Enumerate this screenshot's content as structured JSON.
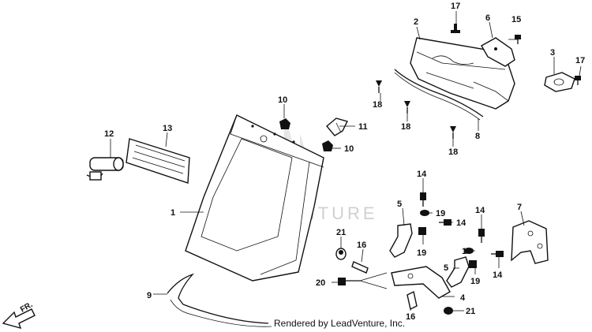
{
  "diagram": {
    "watermark_text": "LEADVENTURE",
    "credit_text": "Rendered by LeadVenture, Inc.",
    "direction_label": "FR.",
    "callouts": [
      {
        "id": "1",
        "label": "1"
      },
      {
        "id": "2",
        "label": "2"
      },
      {
        "id": "3",
        "label": "3"
      },
      {
        "id": "4",
        "label": "4"
      },
      {
        "id": "5a",
        "label": "5"
      },
      {
        "id": "5b",
        "label": "5"
      },
      {
        "id": "6",
        "label": "6"
      },
      {
        "id": "7",
        "label": "7"
      },
      {
        "id": "8",
        "label": "8"
      },
      {
        "id": "9",
        "label": "9"
      },
      {
        "id": "10a",
        "label": "10"
      },
      {
        "id": "10b",
        "label": "10"
      },
      {
        "id": "11",
        "label": "11"
      },
      {
        "id": "12",
        "label": "12"
      },
      {
        "id": "13",
        "label": "13"
      },
      {
        "id": "14a",
        "label": "14"
      },
      {
        "id": "14b",
        "label": "14"
      },
      {
        "id": "14c",
        "label": "14"
      },
      {
        "id": "14d",
        "label": "14"
      },
      {
        "id": "14e",
        "label": "14"
      },
      {
        "id": "15",
        "label": "15"
      },
      {
        "id": "16a",
        "label": "16"
      },
      {
        "id": "16b",
        "label": "16"
      },
      {
        "id": "17a",
        "label": "17"
      },
      {
        "id": "17b",
        "label": "17"
      },
      {
        "id": "18a",
        "label": "18"
      },
      {
        "id": "18b",
        "label": "18"
      },
      {
        "id": "18c",
        "label": "18"
      },
      {
        "id": "19a",
        "label": "19"
      },
      {
        "id": "19b",
        "label": "19"
      },
      {
        "id": "19c",
        "label": "19"
      },
      {
        "id": "19d",
        "label": "19"
      },
      {
        "id": "20",
        "label": "20"
      },
      {
        "id": "21a",
        "label": "21"
      },
      {
        "id": "21b",
        "label": "21"
      }
    ]
  }
}
